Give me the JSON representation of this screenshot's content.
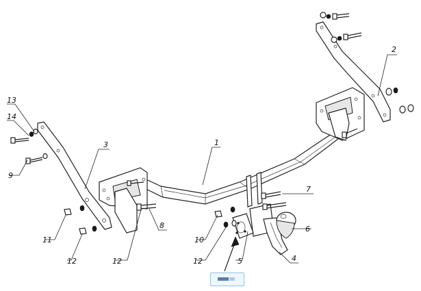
{
  "callouts": [
    {
      "id": "1",
      "text": "1"
    },
    {
      "id": "2",
      "text": "2"
    },
    {
      "id": "3",
      "text": "3"
    },
    {
      "id": "4",
      "text": "4"
    },
    {
      "id": "5",
      "text": "5"
    },
    {
      "id": "6",
      "text": "6"
    },
    {
      "id": "7",
      "text": "7"
    },
    {
      "id": "8",
      "text": "8"
    },
    {
      "id": "9",
      "text": "9"
    },
    {
      "id": "10",
      "text": "10"
    },
    {
      "id": "11",
      "text": "11"
    },
    {
      "id": "12a",
      "text": "12"
    },
    {
      "id": "12b",
      "text": "12"
    },
    {
      "id": "12c",
      "text": "12"
    },
    {
      "id": "13",
      "text": "13"
    },
    {
      "id": "14",
      "text": "14"
    }
  ],
  "colors": {
    "line": "#222222",
    "badge_border": "#8fc3e8",
    "badge_fill": "#eef7fd"
  }
}
